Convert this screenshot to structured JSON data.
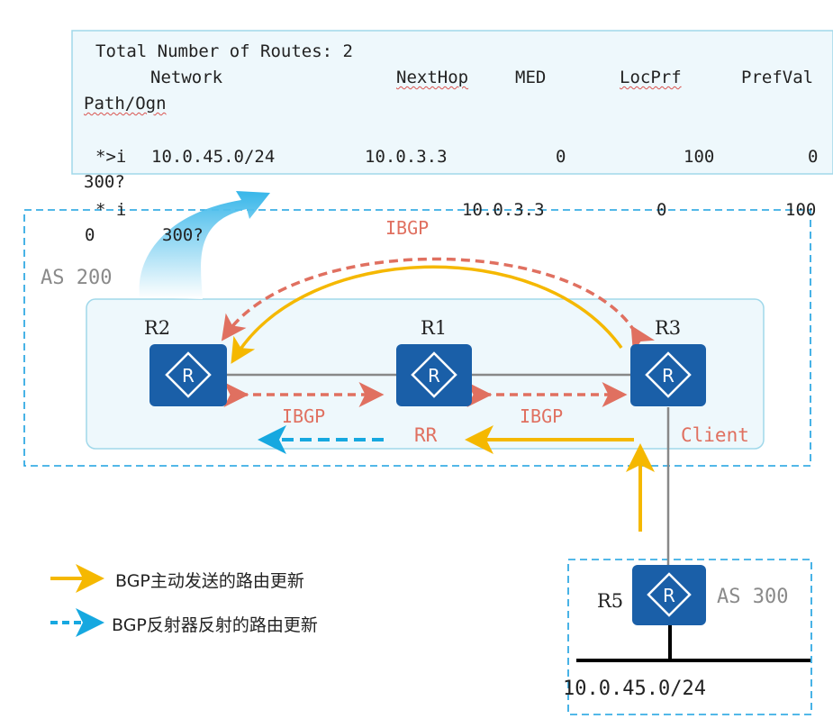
{
  "route_table": {
    "total_line": "Total Number of Routes: 2",
    "headers": {
      "network": "Network",
      "nexthop": "NextHop",
      "med": "MED",
      "locprf": "LocPrf",
      "prefval": "PrefVal",
      "path": "Path/Ogn"
    },
    "rows": [
      {
        "flags": "*>i",
        "network": "10.0.45.0/24",
        "nexthop": "10.0.3.3",
        "med": "0",
        "locprf": "100",
        "prefval": "0",
        "path": "300?"
      },
      {
        "flags": "* i",
        "nexthop": "10.0.3.3",
        "med": "0",
        "locprf": "100",
        "prefval": "0",
        "path": "300?"
      }
    ]
  },
  "as200": {
    "label": "AS 200"
  },
  "as300": {
    "label": "AS 300"
  },
  "routers": {
    "r1": "R1",
    "r2": "R2",
    "r3": "R3",
    "r5": "R5",
    "glyph": "R"
  },
  "labels": {
    "ibgp_top": "IBGP",
    "ibgp_left": "IBGP",
    "ibgp_right": "IBGP",
    "rr": "RR",
    "client": "Client",
    "network": "10.0.45.0/24"
  },
  "legend": {
    "active_update": "BGP主动发送的路由更新",
    "reflected_update": "BGP反射器反射的路由更新"
  },
  "colors": {
    "router_fill": "#1a5fa8",
    "active_arrow": "#f5b800",
    "reflected_arrow": "#16a8e0",
    "ibgp_session": "#e07060",
    "box_border": "#1aa0e0",
    "panel_border": "#a0d8ea",
    "table_bg": "#eef8fc"
  }
}
